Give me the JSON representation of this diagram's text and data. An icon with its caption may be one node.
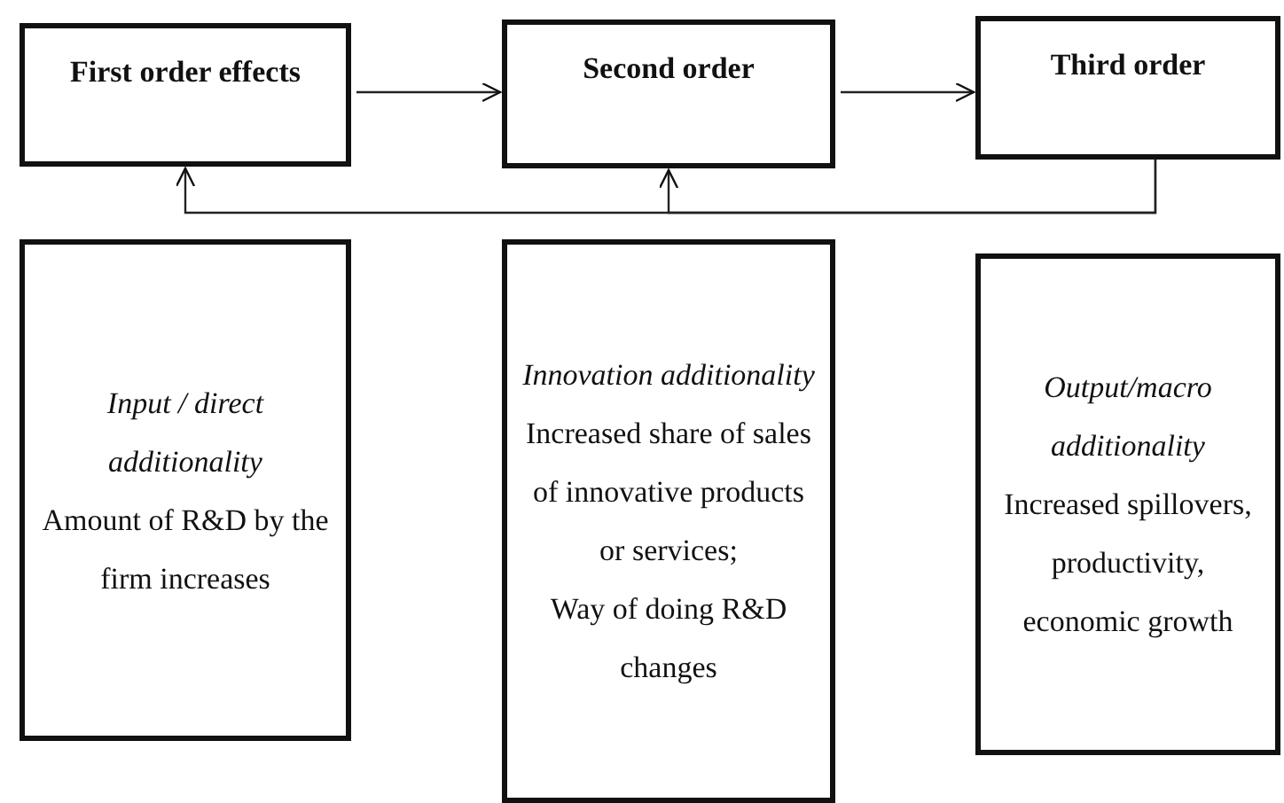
{
  "diagram": {
    "nodes": [
      {
        "text": [
          "First order effects"
        ]
      },
      {
        "text": [
          "Second order"
        ]
      },
      {
        "text": [
          "Third order"
        ]
      },
      {
        "text": [
          "Input / direct additionality",
          "Amount of R&D by the firm increases"
        ]
      },
      {
        "text": [
          "Innovation additionality",
          "Increased share of sales of innovative products or services;",
          "Way of doing R&D changes"
        ]
      },
      {
        "text": [
          "Output/macro additionality",
          "Increased spillovers, productivity, economic growth"
        ]
      }
    ],
    "edges": [
      {
        "from": 0,
        "to": 1,
        "arrow": "to"
      },
      {
        "from": 1,
        "to": 2,
        "arrow": "to"
      },
      {
        "from": 2,
        "to": 0,
        "arrow": "to"
      },
      {
        "from": 2,
        "to": 1,
        "arrow": "to"
      }
    ]
  }
}
